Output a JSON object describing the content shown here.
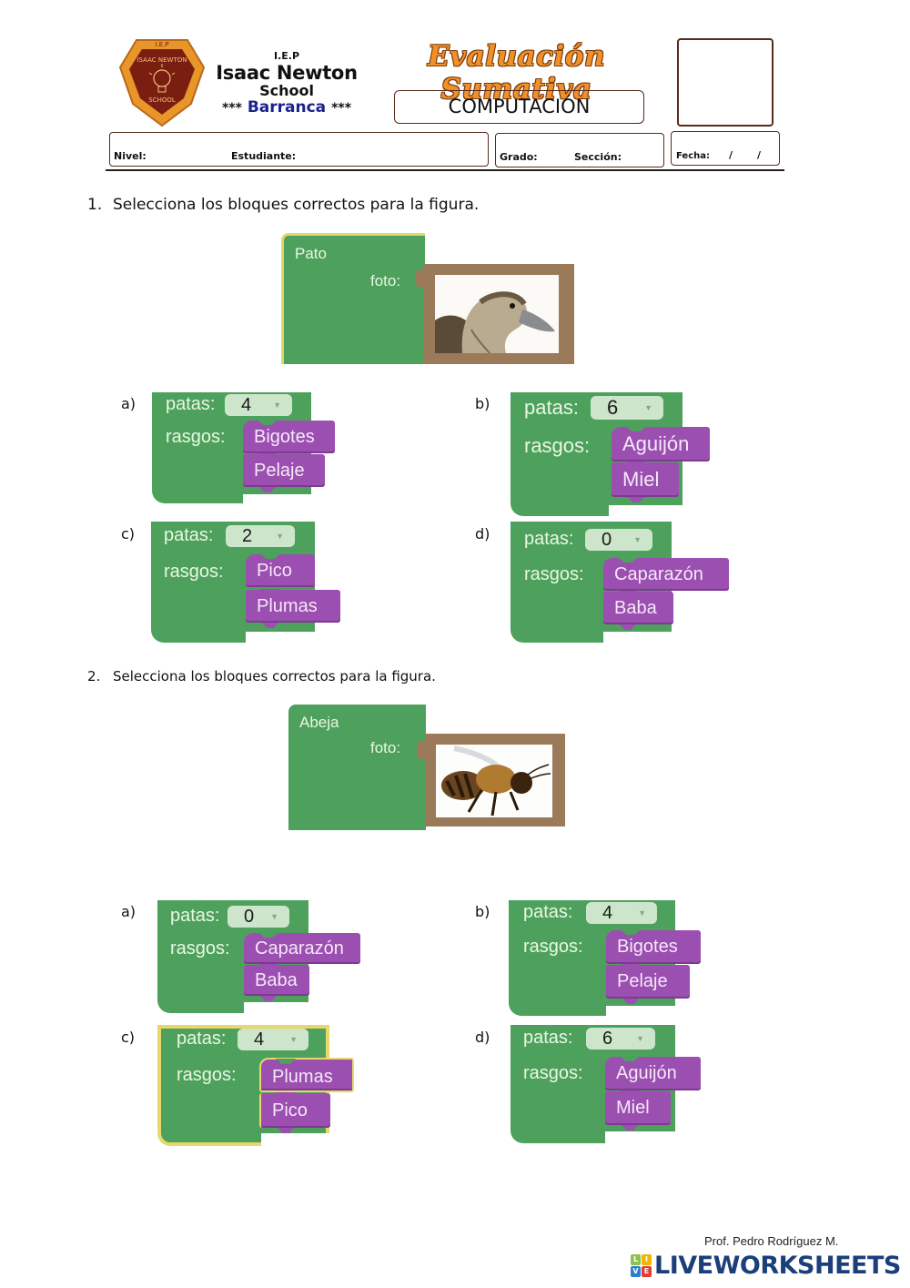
{
  "header": {
    "logo": {
      "top_text": "I.E.P",
      "ring_text": "ISAAC NEWTON",
      "bottom_text": "SCHOOL",
      "icon": "lightbulb-icon",
      "colors": {
        "outer": "#e8952a",
        "inner": "#7a1e12"
      }
    },
    "school": {
      "iep": "I.E.P",
      "name": "Isaac Newton",
      "sub": "School",
      "city_stars_left": "***",
      "city": "Barranca",
      "city_stars_right": "***"
    },
    "title": "Evaluación Sumativa",
    "subject": "COMPUTACIÓN",
    "fields": {
      "nivel": "Nivel:",
      "estudiante": "Estudiante:",
      "grado": "Grado:",
      "seccion": "Sección:",
      "fecha": "Fecha:",
      "fecha_sep1": "/",
      "fecha_sep2": "/"
    }
  },
  "colors": {
    "block_green": "#4ea15c",
    "chip_purple": "#9b4fb0",
    "dropdown_bg": "#cde6cb",
    "frame_brown": "#9a7a58",
    "highlight_yellow": "#e8d86a",
    "title_orange": "#f0902a",
    "brand_blue": "#1a3f7a"
  },
  "questions": [
    {
      "number": "1.",
      "text": "Selecciona los bloques correctos para la figura.",
      "figure": {
        "name": "Pato",
        "field": "foto:",
        "image": "duck-photo"
      },
      "options": [
        {
          "label": "a)",
          "patas_label": "patas:",
          "patas": "4",
          "rasgos_label": "rasgos:",
          "rasgos": [
            "Bigotes",
            "Pelaje"
          ],
          "highlighted": false
        },
        {
          "label": "b)",
          "patas_label": "patas:",
          "patas": "6",
          "rasgos_label": "rasgos:",
          "rasgos": [
            "Aguijón",
            "Miel"
          ],
          "highlighted": false
        },
        {
          "label": "c)",
          "patas_label": "patas:",
          "patas": "2",
          "rasgos_label": "rasgos:",
          "rasgos": [
            "Pico",
            "Plumas"
          ],
          "highlighted": false
        },
        {
          "label": "d)",
          "patas_label": "patas:",
          "patas": "0",
          "rasgos_label": "rasgos:",
          "rasgos": [
            "Caparazón",
            "Baba"
          ],
          "highlighted": false
        }
      ]
    },
    {
      "number": "2.",
      "text": "Selecciona los bloques correctos para la figura.",
      "figure": {
        "name": "Abeja",
        "field": "foto:",
        "image": "bee-photo"
      },
      "options": [
        {
          "label": "a)",
          "patas_label": "patas:",
          "patas": "0",
          "rasgos_label": "rasgos:",
          "rasgos": [
            "Caparazón",
            "Baba"
          ],
          "highlighted": false
        },
        {
          "label": "b)",
          "patas_label": "patas:",
          "patas": "4",
          "rasgos_label": "rasgos:",
          "rasgos": [
            "Bigotes",
            "Pelaje"
          ],
          "highlighted": false
        },
        {
          "label": "c)",
          "patas_label": "patas:",
          "patas": "4",
          "rasgos_label": "rasgos:",
          "rasgos": [
            "Plumas",
            "Pico"
          ],
          "highlighted": true
        },
        {
          "label": "d)",
          "patas_label": "patas:",
          "patas": "6",
          "rasgos_label": "rasgos:",
          "rasgos": [
            "Aguijón",
            "Miel"
          ],
          "highlighted": false
        }
      ]
    }
  ],
  "footer": {
    "author": "Prof. Pedro Rodríguez M.",
    "brand": "LIVEWORKSHEETS",
    "brand_tiles": [
      "L",
      "I",
      "V",
      "E"
    ]
  }
}
